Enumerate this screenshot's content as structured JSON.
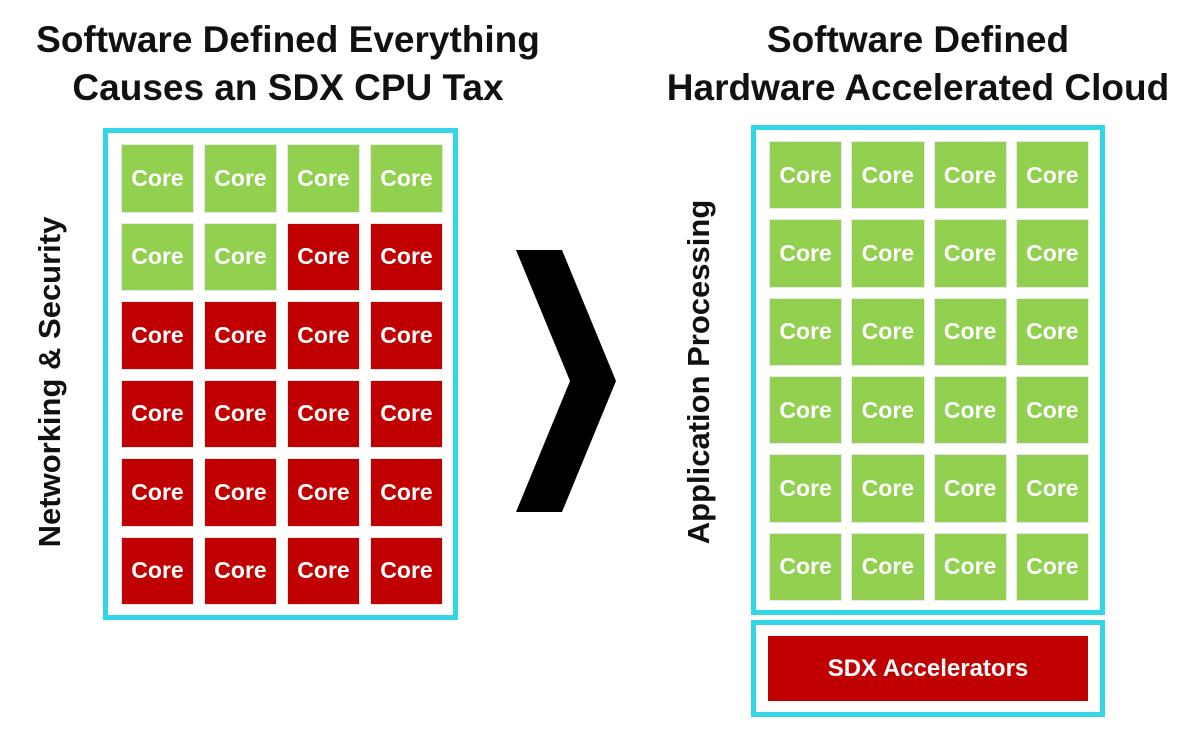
{
  "left_panel": {
    "title_line1": "Software Defined Everything",
    "title_line2": "Causes an SDX CPU Tax",
    "side_label": "Networking & Security",
    "core_label": "Core",
    "cells": [
      "green",
      "green",
      "green",
      "green",
      "green",
      "green",
      "red",
      "red",
      "red",
      "red",
      "red",
      "red",
      "red",
      "red",
      "red",
      "red",
      "red",
      "red",
      "red",
      "red",
      "red",
      "red",
      "red",
      "red"
    ]
  },
  "right_panel": {
    "title_line1": "Software Defined",
    "title_line2": "Hardware Accelerated Cloud",
    "side_label": "Application Processing",
    "core_label": "Core",
    "cells": [
      "green",
      "green",
      "green",
      "green",
      "green",
      "green",
      "green",
      "green",
      "green",
      "green",
      "green",
      "green",
      "green",
      "green",
      "green",
      "green",
      "green",
      "green",
      "green",
      "green",
      "green",
      "green",
      "green",
      "green"
    ],
    "accelerator_label": "SDX Accelerators"
  },
  "colors": {
    "core_green": "#92d050",
    "core_red": "#c00000",
    "frame_cyan": "#33d6e6",
    "arrow": "#000000"
  },
  "icons": {
    "transition_arrow": "chevron-right-icon"
  }
}
